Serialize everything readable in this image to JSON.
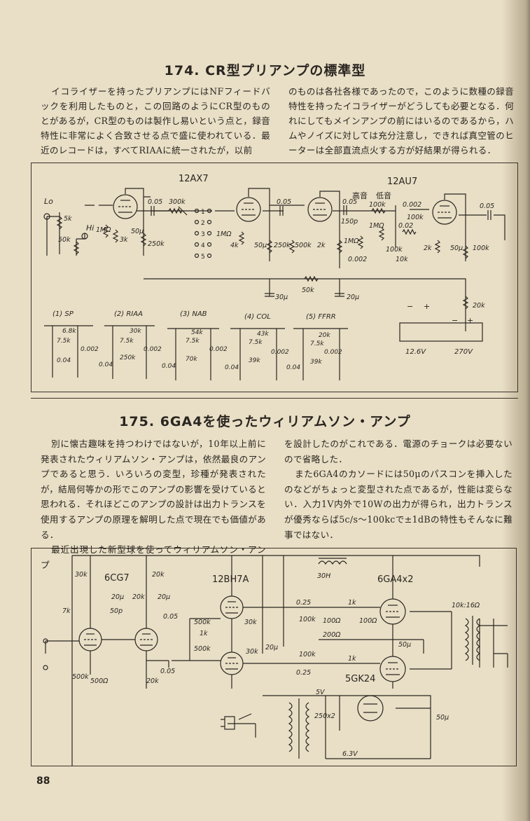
{
  "section174": {
    "title": "174. CR型プリアンプの標準型",
    "col_left": [
      "イコライザーを持ったプリアンプにはNFフィードバックを利用したものと，この回路のようにCR型のものとがあるが，CR型のものは製作し易いという点と，録音特性に非常によく合致させる点で盛に使われている．最近のレコードは，すべてRIAAに統一されたが，以前"
    ],
    "col_right": [
      "のものは各社各様であったので，このように数種の録音特性を持ったイコライザーがどうしても必要となる．何れにしてもメインアンプの前にはいるのであるから，ハムやノイズに対しては充分注意し，できれば真空管のヒーターは全部直流点火する方が好結果が得られる．"
    ],
    "figure": {
      "tubes": [
        "12AX7",
        "12AU7"
      ],
      "tone_labels": [
        "高音",
        "低音"
      ],
      "inputs": [
        "Lo",
        "Hi"
      ],
      "values": [
        "5k",
        "50k",
        "1MΩ",
        "3k",
        "50μ",
        "250k",
        "0.05",
        "300k",
        "1MΩ",
        "4k",
        "50μ",
        "0.05",
        "250k",
        "500k",
        "2k",
        "1MΩ",
        "150p",
        "0.05",
        "100k",
        "0.002",
        "1MΩ",
        "0.02",
        "100k",
        "10k",
        "0.002",
        "100k",
        "2k",
        "50μ",
        "100k",
        "0.05",
        "30μ",
        "50k",
        "20μ",
        "20k"
      ],
      "switch_positions": [
        "1",
        "2",
        "3",
        "4",
        "5"
      ],
      "eq_networks": [
        {
          "label": "(1) SP",
          "values": [
            "6.8k",
            "7.5k",
            "0.002",
            "0.04"
          ]
        },
        {
          "label": "(2) RIAA",
          "values": [
            "30k",
            "7.5k",
            "250k",
            "0.002",
            "0.04"
          ]
        },
        {
          "label": "(3) NAB",
          "values": [
            "54k",
            "7.5k",
            "70k",
            "0.002",
            "0.04"
          ]
        },
        {
          "label": "(4) COL",
          "values": [
            "43k",
            "7.5k",
            "39k",
            "0.002",
            "0.04"
          ]
        },
        {
          "label": "(5) FFRR",
          "values": [
            "20k",
            "7.5k",
            "39k",
            "0.002",
            "0.04"
          ]
        }
      ],
      "supply": [
        "12.6V",
        "270V"
      ],
      "supply_signs": [
        "−",
        "+",
        "−",
        "+"
      ]
    }
  },
  "section175": {
    "title": "175. 6GA4を使ったウィリアムソン・アンプ",
    "col_left": [
      "別に懐古趣味を持つわけではないが，10年以上前に発表されたウィリアムソン・アンプは，依然最良のアンプであると思う．いろいろの変型，珍種が発表されたが，結局何等かの形でこのアンプの影響を受けていると思われる．それほどこのアンプの設計は出力トランスを使用するアンプの原理を解明した点で現在でも価値がある．",
      "最近出現した新型球を使ってウィリアムソン・アンプ"
    ],
    "col_right": [
      "を設計したのがこれである．電源のチョークは必要ないので省略した．",
      "また6GA4のカソードには50μのパスコンを挿入したのなどがちょっと変型された点であるが，性能は変らない．入力1V内外で10Wの出力が得られ，出力トランスが優秀ならば5c/s～100kcで±1dBの特性もそんなに難事ではない．"
    ],
    "figure": {
      "tubes": [
        "6CG7",
        "12BH7A",
        "6GA4x2",
        "5GK24"
      ],
      "values": [
        "30k",
        "7k",
        "20μ",
        "20k",
        "50p",
        "20k",
        "20μ",
        "0.05",
        "500k",
        "1k",
        "500k",
        "500k",
        "500Ω",
        "20k",
        "0.05",
        "30k",
        "30k",
        "20μ",
        "0.25",
        "100k",
        "100Ω",
        "200Ω",
        "100k",
        "0.25",
        "1k",
        "100Ω",
        "1k",
        "50μ",
        "30H",
        "10k:16Ω",
        "5V",
        "250x2",
        "6.3V",
        "50μ"
      ]
    }
  },
  "page_number": "88"
}
